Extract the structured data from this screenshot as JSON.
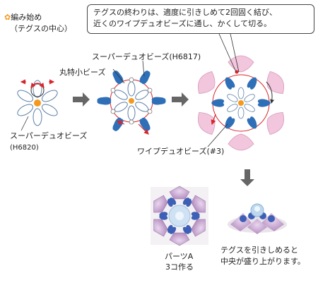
{
  "start": {
    "icon": "flower-icon",
    "line1": "編み始め",
    "line2": "（テグスの中心）"
  },
  "callout": {
    "line1": "テグスの終わりは、適度に引きしめて2回固く結び、",
    "line2": "近くのワイプデュオビーズに通し、かくして切る。"
  },
  "labels": {
    "super_duo_h6817": "スーパーデュオビーズ(H6817)",
    "round_small": "丸特小ビーズ",
    "super_duo_h6820_line1": "スーパーデュオビーズ",
    "super_duo_h6820_line2": "(H6820)",
    "wipe_duo": "ワイプデュオビーズ(#3)"
  },
  "captions": {
    "parts_line1": "パーツA",
    "parts_line2": "3コ作る",
    "tighten_line1": "テグスを引きしめると",
    "tighten_line2": "中央が盛り上がります。"
  },
  "colors": {
    "blue_bead": "#2f6fb8",
    "pink_bead": "#f2c6dc",
    "thread_red": "#d9262b",
    "center_orange": "#f39a1e",
    "arrow_gray": "#666666"
  }
}
